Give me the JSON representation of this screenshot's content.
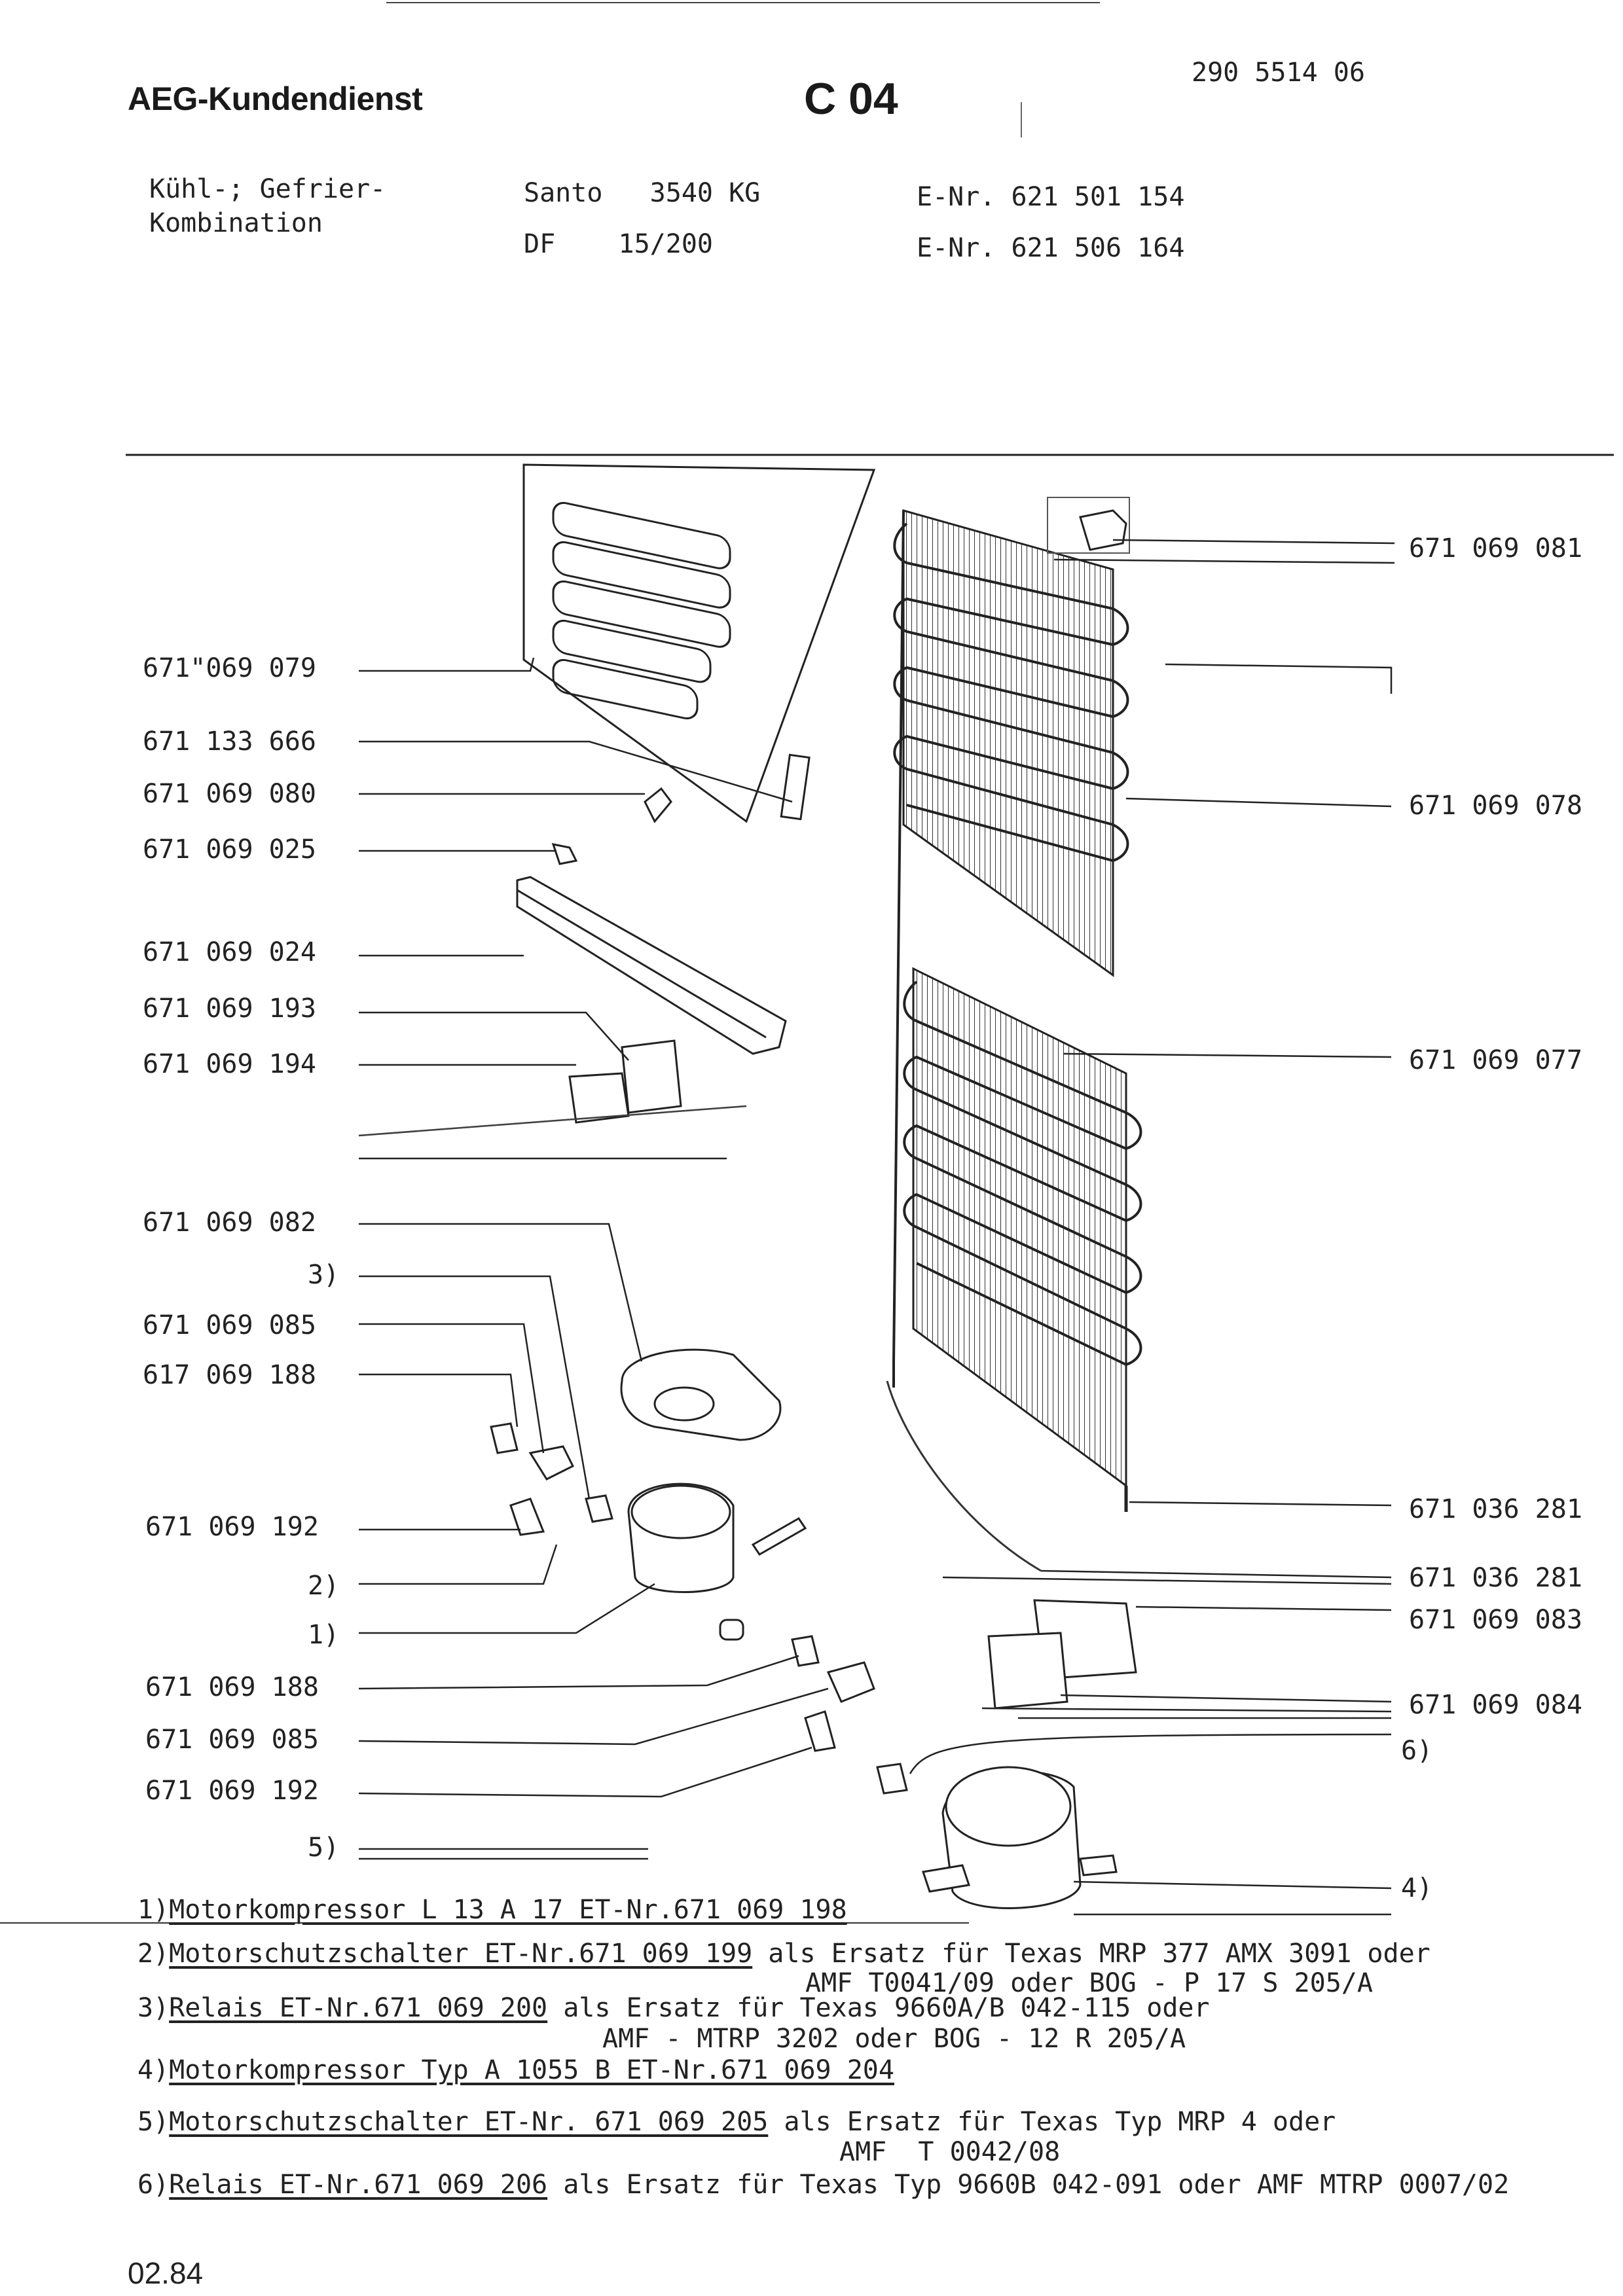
{
  "header": {
    "brand": "AEG-Kundendienst",
    "sheet_code": "C 04",
    "doc_number": "290 5514 06"
  },
  "product": {
    "type_line1": "Kühl-; Gefrier-",
    "type_line2": "Kombination",
    "model_line1": "Santo   3540 KG",
    "model_line2": "DF    15/200",
    "enr_line1": "E-Nr. 621 501 154",
    "enr_line2": "E-Nr. 621 506 164"
  },
  "left_labels": [
    "671\"069 079",
    "671 133 666",
    "671 069 080",
    "671 069 025",
    "671 069 024",
    "671 069 193",
    "671 069 194",
    "671 069 082",
    "3)",
    "671 069 085",
    "617 069 188",
    "671 069 192",
    "2)",
    "1)",
    "671 069 188",
    "671 069 085",
    "671 069 192",
    "5)"
  ],
  "right_labels": [
    "671 069 081",
    "671 069 078",
    "671 069 077",
    "671 036 281",
    "671 036 281",
    "671 069 083",
    "671 069 084",
    "6)",
    "4)"
  ],
  "notes": [
    {
      "num": "1)",
      "main": "Motorkompressor L 13 A 17 ET-Nr.671 069 198",
      "rest": "",
      "cont": ""
    },
    {
      "num": "2)",
      "main": "Motorschutzschalter ET-Nr.671 069 199",
      "rest": " als Ersatz für Texas MRP 377 AMX 3091 oder",
      "cont": "AMF T0041/09 oder BOG - P 17 S 205/A"
    },
    {
      "num": "3)",
      "main": "Relais ET-Nr.671 069 200",
      "rest": " als Ersatz für Texas 9660A/B 042-115 oder",
      "cont": "AMF - MTRP 3202 oder BOG - 12 R 205/A"
    },
    {
      "num": "4)",
      "main": "Motorkompressor Typ A 1055 B ET-Nr.671 069 204",
      "rest": "",
      "cont": ""
    },
    {
      "num": "5)",
      "main": "Motorschutzschalter ET-Nr. 671 069 205",
      "rest": " als Ersatz für Texas Typ MRP 4 oder",
      "cont": "AMF  T 0042/08"
    },
    {
      "num": "6)",
      "main": "Relais ET-Nr.671 069 206",
      "rest": " als Ersatz für Texas Typ 9660B 042-091 oder AMF MTRP 0007/02",
      "cont": ""
    }
  ],
  "footer": {
    "date": "02.84"
  }
}
